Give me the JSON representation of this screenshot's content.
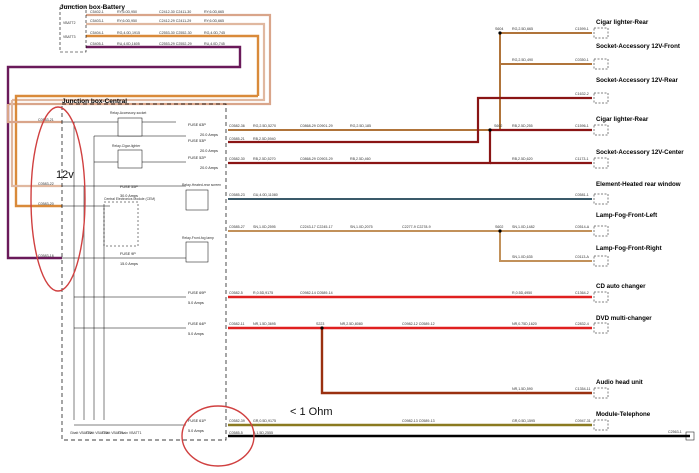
{
  "boxes": {
    "battery": {
      "title": "Junction box-Battery"
    },
    "central": {
      "title": "Junction box-Central"
    }
  },
  "battery_connectors": {
    "vbatt2": "VBATT2",
    "vbatt3": "VBATT3",
    "rows": [
      {
        "left": "C5402-1",
        "spec1": "RY,6.0D,950",
        "mid": "C2412-30 C2411-30",
        "spec2": "RY,6.0D,665"
      },
      {
        "left": "C5403-1",
        "spec1": "RY,6.0D,950",
        "mid": "C2412-29 C2411-29",
        "spec2": "RY,6.0D,665"
      },
      {
        "left": "C5404-1",
        "spec1": "RG,4.0D,1915",
        "mid": "C2553-30 C2552-30",
        "spec2": "RG,4.0D,745"
      },
      {
        "left": "C5405-1",
        "spec1": "RU,4.0D,1605",
        "mid": "C2553-29 C2552-29",
        "spec2": "RU,4.0D,745"
      }
    ]
  },
  "relays": {
    "accessory_socket": "Relay-Accessory-socket",
    "cigar_lighter": "Relay-Cigar-lighter",
    "heated_rear_screen": "Relay-Heated-rear screen",
    "front_fog": "Relay-Front-fog lamp"
  },
  "cem": "Central Electronics Module (CEM)",
  "fuses": [
    {
      "name": "FUSE 63P",
      "rating": "20.0 Amps"
    },
    {
      "name": "FUSE 53P",
      "rating": "20.0 Amps"
    },
    {
      "name": "FUSE 52P",
      "rating": "20.0 Amps"
    },
    {
      "name": "FUSE 55P",
      "rating": "30.0 Amps"
    },
    {
      "name": "FUSE 9P",
      "rating": "15.0 Amps"
    },
    {
      "name": "FUSE 69P",
      "rating": "5.0 Amps"
    },
    {
      "name": "FUSE 64P",
      "rating": "5.0 Amps"
    },
    {
      "name": "FUSE 61P",
      "rating": "5.0 Amps"
    }
  ],
  "central_left_connectors": [
    "C0583-21",
    "C0583-22",
    "C0583-20",
    "C0583-16"
  ],
  "central_bottom_labels": [
    "Gbatt VBATT2",
    "Gbatt VBATT3",
    "Gbatt VBATT1",
    "Gmain VBATT1"
  ],
  "wires": [
    {
      "from": "C0582-36",
      "spec": "RG,2.5D,5270",
      "mid": "C0868-29 C0901-29",
      "spec2": "RG,2.5D,185"
    },
    {
      "from": "C0585-21",
      "spec": "RB,2.5D,5940",
      "mid": "",
      "spec2": ""
    },
    {
      "from": "C0582-30",
      "spec": "RB,2.5D,5270",
      "mid": "C0868-29 C0903-29",
      "spec2": "RB,2.5D,460"
    },
    {
      "from": "C0585-23",
      "spec": "GU,4.0D,11080",
      "mid": "",
      "spec2": ""
    },
    {
      "from": "C0585-27",
      "spec": "SN,1.0D,2595",
      "mid": "C2243-17 C2245-17",
      "spec2": "SN,1.0D,2075"
    },
    {
      "from": "C0582-5",
      "spec": "R,0.5D,9175",
      "mid": "C0982-14 C0589-14",
      "spec2": ""
    },
    {
      "from": "C0582-11",
      "spec": "NR,1.5D,3695",
      "mid": "C0982-12 C0589-12",
      "spec2": "NR,2.5D,8080"
    },
    {
      "from": "C0582-39",
      "spec": "GR,0.5D,9175",
      "mid": "C0982-13 C0589-13",
      "spec2": ""
    },
    {
      "from": "C0585-5",
      "spec": "B,1.5D,2555",
      "mid": "",
      "spec2": ""
    }
  ],
  "splices": [
    "S604",
    "S602",
    "S602",
    "S223"
  ],
  "mid_connectors": [
    "C2277-9 C2278-9"
  ],
  "right_wire_specs": [
    "RG,2.5D,665",
    "RG,2.5D,490",
    "RB,2.5D,255",
    "RB,2.5D,620",
    "SN,1.0D,1482",
    "SN,1.0D,635",
    "R,0.5D,4950",
    "NR,0.75D,1620",
    "NR,1.5D,590",
    "GR,0.5D,1595",
    "SN,1.0D,535"
  ],
  "components": [
    {
      "label": "Cigar lighter-Rear",
      "conn": "C1599-1"
    },
    {
      "label": "Socket-Accessory 12V-Front",
      "conn": "C0350-1"
    },
    {
      "label": "Socket-Accessory 12V-Rear",
      "conn": "C1632-2"
    },
    {
      "label": "Cigar lighter-Rear",
      "conn": "C1596-1"
    },
    {
      "label": "Socket-Accessory 12V-Center",
      "conn": "C1173-1"
    },
    {
      "label": "Element-Heated rear window",
      "conn": "C0581-1"
    },
    {
      "label": "Lamp-Fog-Front-Left",
      "conn": "C0514-A"
    },
    {
      "label": "Lamp-Fog-Front-Right",
      "conn": "C0113-A"
    },
    {
      "label": "CD auto changer",
      "conn": "C1364-2"
    },
    {
      "label": "DVD multi-changer",
      "conn": "C2832-4"
    },
    {
      "label": "Audio head unit",
      "conn": "C1354-11"
    },
    {
      "label": "Module-Telephone",
      "conn": "C0947-31"
    }
  ],
  "ground_conn": "C2563-1",
  "annotations": {
    "voltage": "12v",
    "resistance": "< 1 Ohm"
  },
  "colors": {
    "white_red": "#d9a58a",
    "orange": "#d98a3a",
    "purple": "#6a1a5a",
    "brown_light": "#b0743a",
    "red_brown": "#8a1515",
    "teal": "#3a5a6a",
    "sand": "#c2915a",
    "red": "#e02020",
    "dark_red": "#9a3010",
    "olive": "#8a7a20",
    "black": "#000000",
    "ellipse": "#d04040"
  }
}
